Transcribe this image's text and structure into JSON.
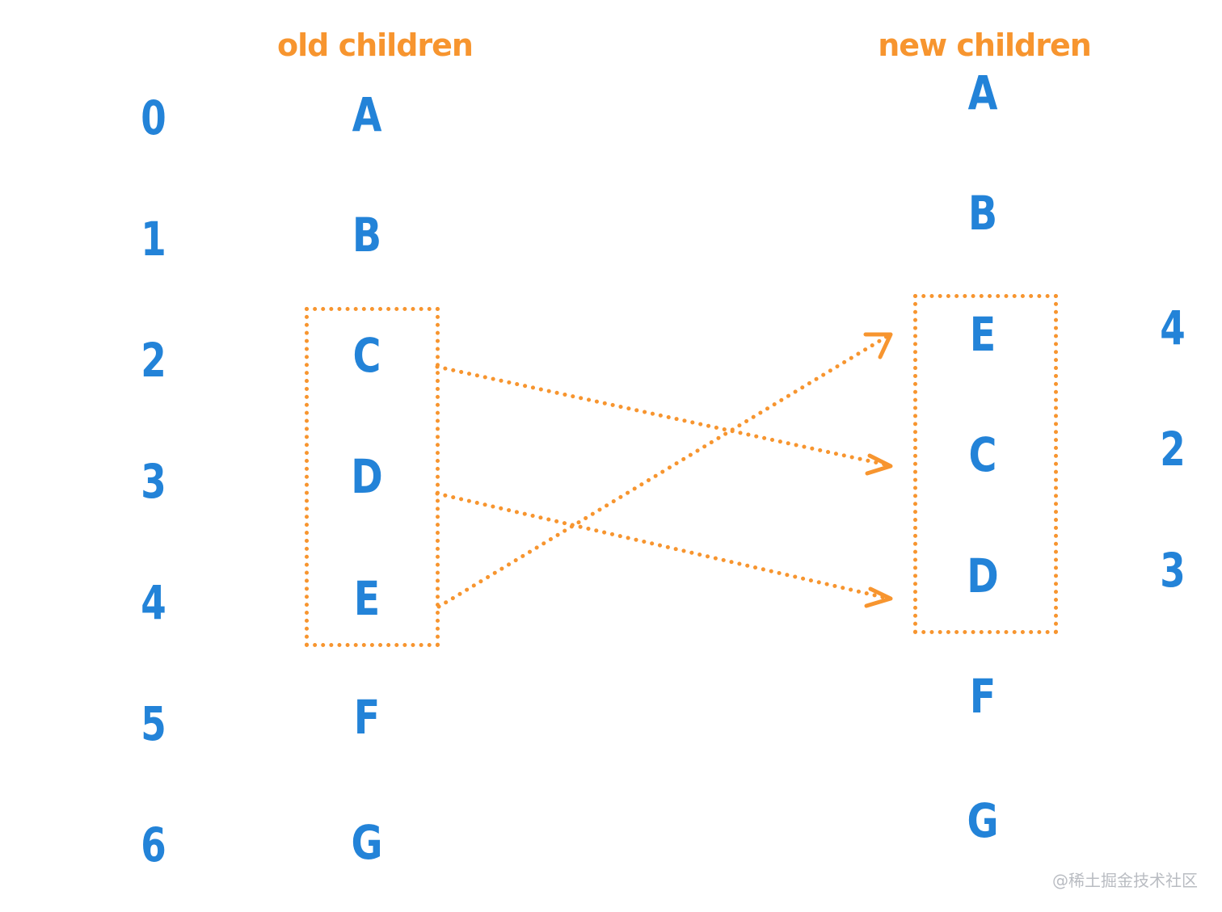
{
  "headings": {
    "old": "old children",
    "new": "new children"
  },
  "old_indices": [
    "0",
    "1",
    "2",
    "3",
    "4",
    "5",
    "6"
  ],
  "old_children": [
    "A",
    "B",
    "C",
    "D",
    "E",
    "F",
    "G"
  ],
  "new_children": [
    "A",
    "B",
    "E",
    "C",
    "D",
    "F",
    "G"
  ],
  "moved_old_indices": [
    "4",
    "2",
    "3"
  ],
  "moves": [
    {
      "from": "C",
      "to": "C"
    },
    {
      "from": "D",
      "to": "D"
    },
    {
      "from": "E",
      "to": "E"
    }
  ],
  "colors": {
    "node": "#2383d8",
    "accent": "#f7952f",
    "watermark": "#b9bcc2"
  },
  "watermark": "@稀土掘金技术社区"
}
